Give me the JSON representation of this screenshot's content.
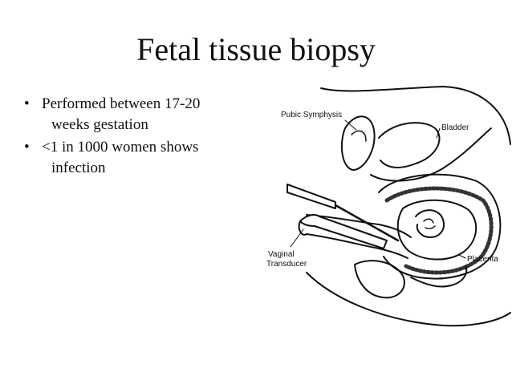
{
  "slide": {
    "title": "Fetal tissue biopsy",
    "bullets": [
      {
        "line1": "Performed between 17-20",
        "line2": "weeks gestation"
      },
      {
        "line1": "<1 in 1000 women shows",
        "line2": "infection"
      }
    ],
    "bullet_glyph": "•"
  },
  "diagram": {
    "labels": {
      "pubic_symphysis": "Pubic Symphysis",
      "bladder": "Bladder",
      "vaginal": "Vaginal",
      "transducer": "Transducer",
      "placenta": "Placenta"
    }
  }
}
